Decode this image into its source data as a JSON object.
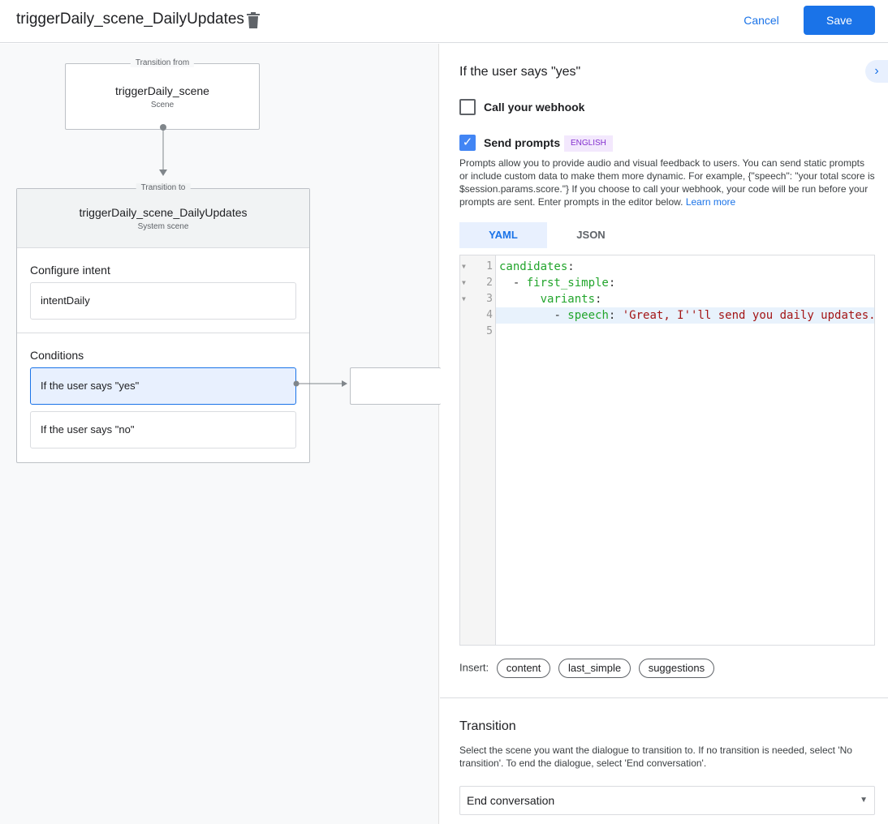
{
  "header": {
    "title": "triggerDaily_scene_DailyUpdates",
    "cancel": "Cancel",
    "save": "Save"
  },
  "canvas": {
    "from": {
      "label": "Transition from",
      "name": "triggerDaily_scene",
      "type": "Scene"
    },
    "to": {
      "label": "Transition to",
      "name": "triggerDaily_scene_DailyUpdates",
      "type": "System scene"
    },
    "intent_section": "Configure intent",
    "intent": "intentDaily",
    "conditions_section": "Conditions",
    "conditions": [
      "If the user says \"yes\"",
      "If the user says \"no\""
    ]
  },
  "panel": {
    "heading": "If the user says \"yes\"",
    "webhook": {
      "label": "Call your webhook",
      "checked": false
    },
    "prompts": {
      "label": "Send prompts",
      "checked": true,
      "badge": "ENGLISH",
      "description": "Prompts allow you to provide audio and visual feedback to users. You can send static prompts or include custom data to make them more dynamic. For example, {\"speech\": \"your total score is $session.params.score.\"} If you choose to call your webhook, your code will be run before your prompts are sent. Enter prompts in the editor below.",
      "learn_more": "Learn more"
    },
    "tabs": [
      "YAML",
      "JSON"
    ],
    "active_tab": "YAML",
    "code": {
      "lines": [
        "1",
        "2",
        "3",
        "4",
        "5"
      ],
      "l1k": "candidates",
      "l2d": "- ",
      "l2k": "first_simple",
      "l3k": "variants",
      "l4d": "- ",
      "l4k": "speech",
      "l4v": "'Great, I''ll send you daily updates.",
      "colon": ":"
    },
    "insert_label": "Insert:",
    "insert_chips": [
      "content",
      "last_simple",
      "suggestions"
    ],
    "transition": {
      "title": "Transition",
      "description": "Select the scene you want the dialogue to transition to. If no transition is needed, select 'No transition'. To end the dialogue, select 'End conversation'.",
      "selected": "End conversation"
    }
  },
  "colors": {
    "accent": "#1a73e8",
    "key": "#22a52c",
    "string": "#a31515",
    "badge_bg": "#f3e8fd",
    "badge_fg": "#8430ce"
  }
}
